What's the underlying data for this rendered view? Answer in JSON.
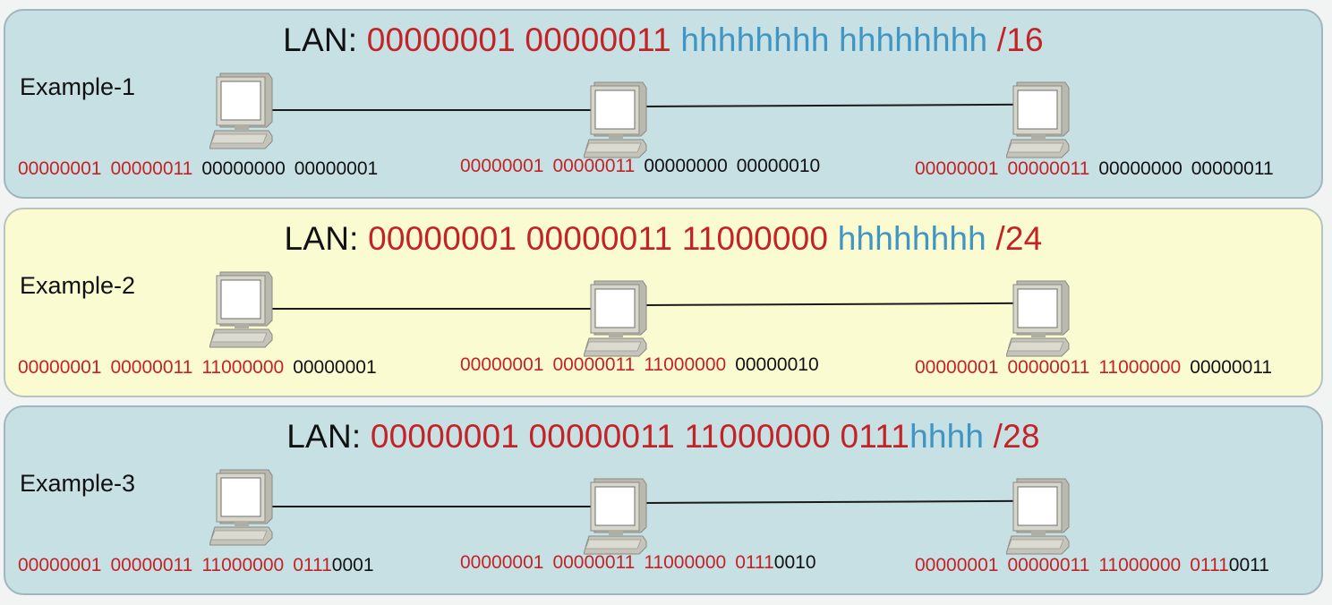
{
  "colors": {
    "network": "#c42326",
    "host_placeholder": "#3f95c3",
    "host_bits": "#111111",
    "panel_blue": "#c6e0e4",
    "panel_yellow": "#fbfbd2"
  },
  "icons": {
    "computer": "computer-icon"
  },
  "examples": [
    {
      "label": "Example-1",
      "title": [
        {
          "text": "LAN: ",
          "color": "black"
        },
        {
          "text": "00000001 00000011 ",
          "color": "red"
        },
        {
          "text": "hhhhhhhh hhhhhhhh",
          "color": "blue"
        },
        {
          "text": "  /16",
          "color": "red"
        }
      ],
      "hosts": [
        [
          {
            "text": "00000001",
            "color": "red"
          },
          {
            "text": "00000011",
            "color": "red"
          },
          {
            "text": "00000000",
            "color": "black"
          },
          {
            "text": "00000001",
            "color": "black"
          }
        ],
        [
          {
            "text": "00000001",
            "color": "red"
          },
          {
            "text": "00000011",
            "color": "red"
          },
          {
            "text": "00000000",
            "color": "black"
          },
          {
            "text": "00000010",
            "color": "black"
          }
        ],
        [
          {
            "text": "00000001",
            "color": "red"
          },
          {
            "text": "00000011",
            "color": "red"
          },
          {
            "text": "00000000",
            "color": "black"
          },
          {
            "text": "00000011",
            "color": "black"
          }
        ]
      ]
    },
    {
      "label": "Example-2",
      "title": [
        {
          "text": "LAN: ",
          "color": "black"
        },
        {
          "text": "00000001 00000011 11000000 ",
          "color": "red"
        },
        {
          "text": "hhhhhhhh",
          "color": "blue"
        },
        {
          "text": "  /24",
          "color": "red"
        }
      ],
      "hosts": [
        [
          {
            "text": "00000001",
            "color": "red"
          },
          {
            "text": "00000011",
            "color": "red"
          },
          {
            "text": "11000000",
            "color": "red"
          },
          {
            "text": "00000001",
            "color": "black"
          }
        ],
        [
          {
            "text": "00000001",
            "color": "red"
          },
          {
            "text": "00000011",
            "color": "red"
          },
          {
            "text": "11000000",
            "color": "red"
          },
          {
            "text": "00000010",
            "color": "black"
          }
        ],
        [
          {
            "text": "00000001",
            "color": "red"
          },
          {
            "text": "00000011",
            "color": "red"
          },
          {
            "text": "11000000",
            "color": "red"
          },
          {
            "text": "00000011",
            "color": "black"
          }
        ]
      ]
    },
    {
      "label": "Example-3",
      "title": [
        {
          "text": "LAN: ",
          "color": "black"
        },
        {
          "text": "00000001 00000011 11000000 0111",
          "color": "red"
        },
        {
          "text": "hhhh",
          "color": "blue"
        },
        {
          "text": "  /28",
          "color": "red"
        }
      ],
      "hosts": [
        [
          {
            "text": "00000001",
            "color": "red"
          },
          {
            "text": "00000011",
            "color": "red"
          },
          {
            "text": "11000000",
            "color": "red"
          },
          {
            "text": "0111",
            "color": "red"
          },
          {
            "text": "0001",
            "color": "black"
          }
        ],
        [
          {
            "text": "00000001",
            "color": "red"
          },
          {
            "text": "00000011",
            "color": "red"
          },
          {
            "text": "11000000",
            "color": "red"
          },
          {
            "text": "0111",
            "color": "red"
          },
          {
            "text": "0010",
            "color": "black"
          }
        ],
        [
          {
            "text": "00000001",
            "color": "red"
          },
          {
            "text": "00000011",
            "color": "red"
          },
          {
            "text": "11000000",
            "color": "red"
          },
          {
            "text": "0111",
            "color": "red"
          },
          {
            "text": "0011",
            "color": "black"
          }
        ]
      ]
    }
  ]
}
